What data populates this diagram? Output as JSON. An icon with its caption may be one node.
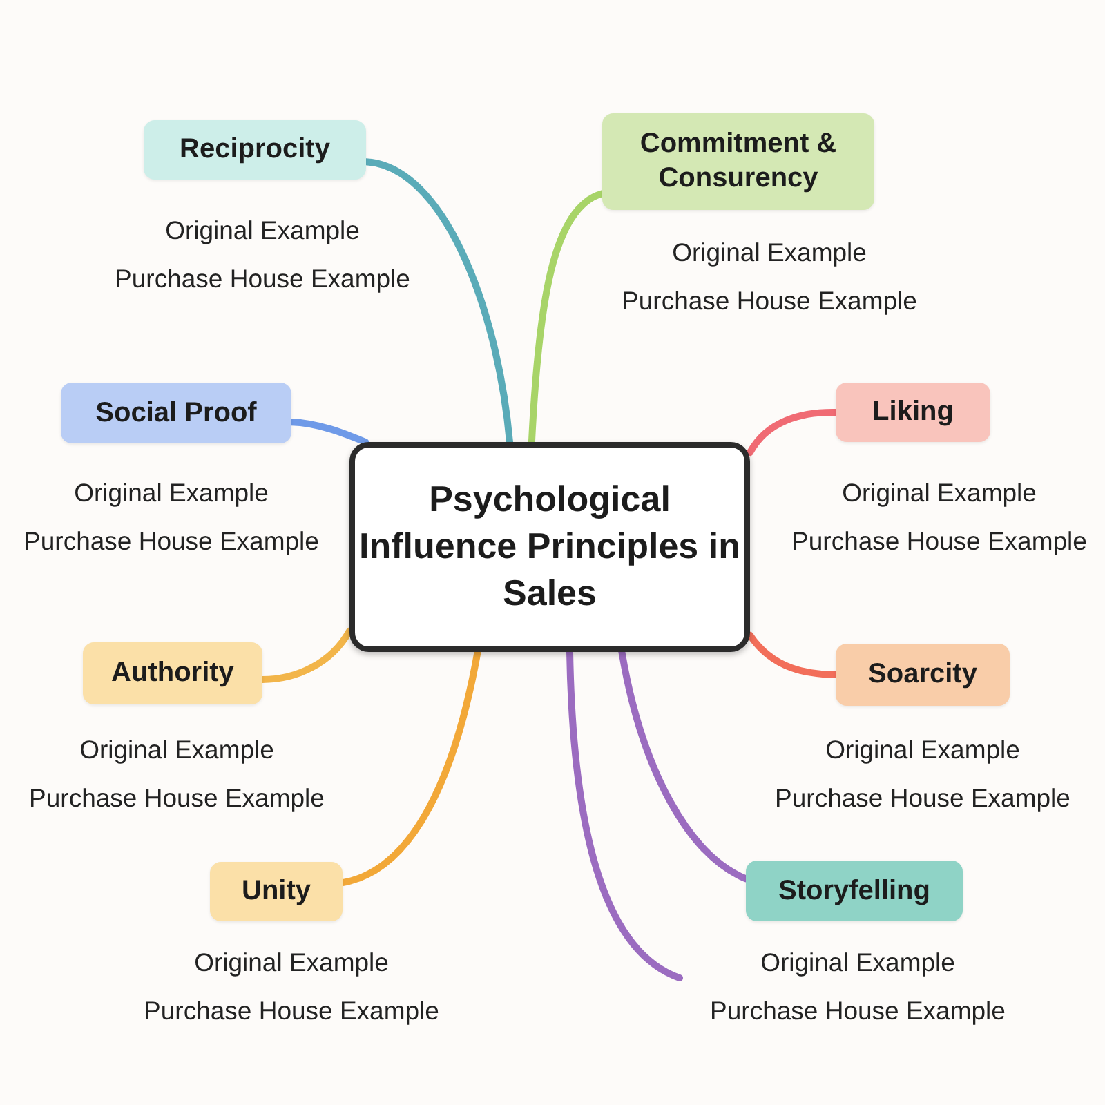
{
  "diagram": {
    "nodes": [
      {
        "text": [
          "Psychological Influence Principles in Sales"
        ]
      },
      {
        "text": [
          "Reciprocity"
        ],
        "beside": [
          "Original Example",
          "Purchase House Example"
        ]
      },
      {
        "text": [
          "Commitment & Consurency"
        ],
        "beside": [
          "Original Example",
          "Purchase House Example"
        ]
      },
      {
        "text": [
          "Social Proof"
        ],
        "beside": [
          "Original Example",
          "Purchase House Example"
        ]
      },
      {
        "text": [
          "Liking"
        ],
        "beside": [
          "Original Example",
          "Purchase House Example"
        ]
      },
      {
        "text": [
          "Authority"
        ],
        "beside": [
          "Original Example",
          "Purchase House Example"
        ]
      },
      {
        "text": [
          "Soarcity"
        ],
        "beside": [
          "Original Example",
          "Purchase House Example"
        ]
      },
      {
        "text": [
          "Unity"
        ],
        "beside": [
          "Original Example",
          "Purchase House Example"
        ]
      },
      {
        "text": [
          "Storyfelling"
        ],
        "beside": [
          "Original Example",
          "Purchase House Example"
        ]
      }
    ],
    "edges": [
      {
        "from": 0,
        "to": 1,
        "arrow": "none",
        "color": "#5aabb8"
      },
      {
        "from": 0,
        "to": 2,
        "arrow": "none",
        "color": "#a8d468"
      },
      {
        "from": 0,
        "to": 3,
        "arrow": "none",
        "color": "#6f9ae8"
      },
      {
        "from": 0,
        "to": 4,
        "arrow": "none",
        "color": "#f06b74"
      },
      {
        "from": 0,
        "to": 5,
        "arrow": "none",
        "color": "#f2b54a"
      },
      {
        "from": 0,
        "to": 6,
        "arrow": "none",
        "color": "#f26e5a"
      },
      {
        "from": 0,
        "to": 7,
        "arrow": "none",
        "color": "#f2a838"
      },
      {
        "from": 0,
        "to": 8,
        "arrow": "none",
        "color": "#9b6cc0"
      },
      {
        "from": 0,
        "to": null,
        "arrow": "none",
        "color": "#9b6cc0"
      }
    ]
  }
}
